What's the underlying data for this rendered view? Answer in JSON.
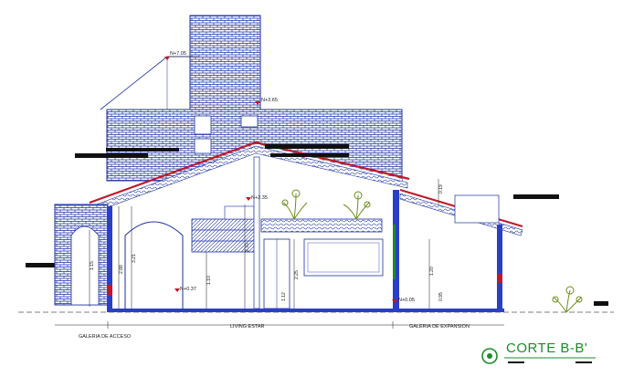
{
  "title": "CORTE B-B'",
  "levels": {
    "top": "N+7.05",
    "upper": "N+3.65",
    "mid": "N+2.35",
    "low": "N+0.37",
    "floor": "N+0.05"
  },
  "dimensions": {
    "d_321": "3.21",
    "d_288": "2.88",
    "d_225": "2.25",
    "d_115": "1.15",
    "d_110": "1.10",
    "d_112": "1.12",
    "d_120": "1.20",
    "d_270": "2.70",
    "d_095": "0.95",
    "d_019": "0.19"
  },
  "zones": {
    "access": "GALERIA DE ACCESO",
    "living": "LIVING ESTAR",
    "expansion": "GALERIA DE EXPANSION"
  },
  "colors": {
    "line": "#1a2fa0",
    "roof": "#c0182a",
    "title": "#1a8c2a",
    "plant": "#6b8f1a"
  }
}
